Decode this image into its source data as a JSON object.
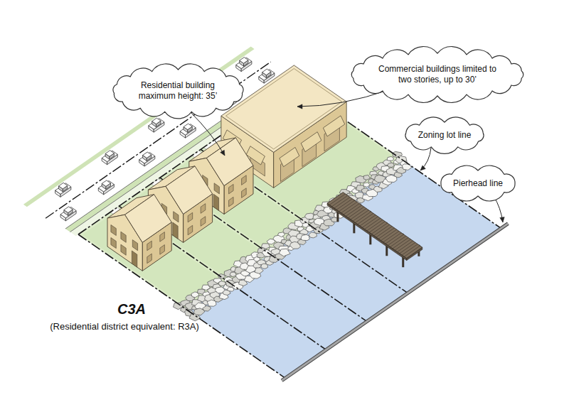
{
  "diagram": {
    "title": "C3A",
    "caption": "(Residential district equivalent: R3A)",
    "nodes": [
      {
        "text": [
          "Residential building maximum height: 35’"
        ]
      },
      {
        "text": [
          "Commercial buildings limited to two stories, up to 30’"
        ]
      },
      {
        "text": [
          "Zoning lot line"
        ]
      },
      {
        "text": [
          "Pierhead line"
        ]
      }
    ]
  }
}
